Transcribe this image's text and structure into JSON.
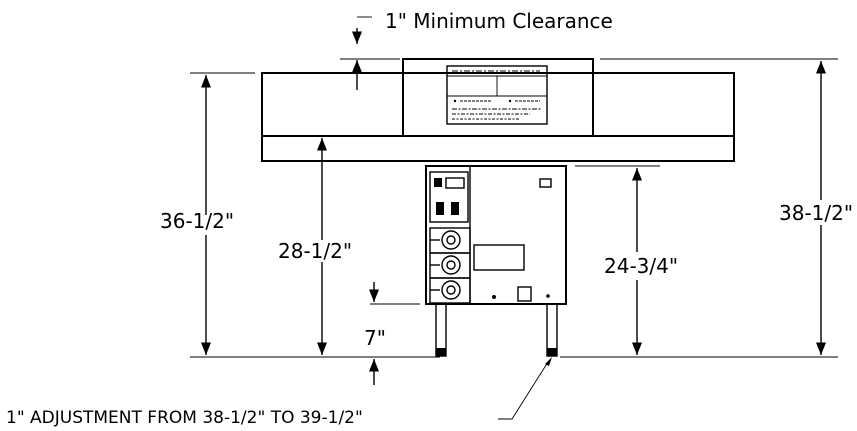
{
  "labels": {
    "clearance": "1\" Minimum Clearance",
    "height_total_left": "36-1/2\"",
    "height_belt_left": "28-1/2\"",
    "height_legs": "7\"",
    "height_cabinet": "24-3/4\"",
    "height_total_right": "38-1/2\"",
    "adjustment": "1\" ADJUSTMENT FROM 38-1/2\" TO 39-1/2\""
  }
}
